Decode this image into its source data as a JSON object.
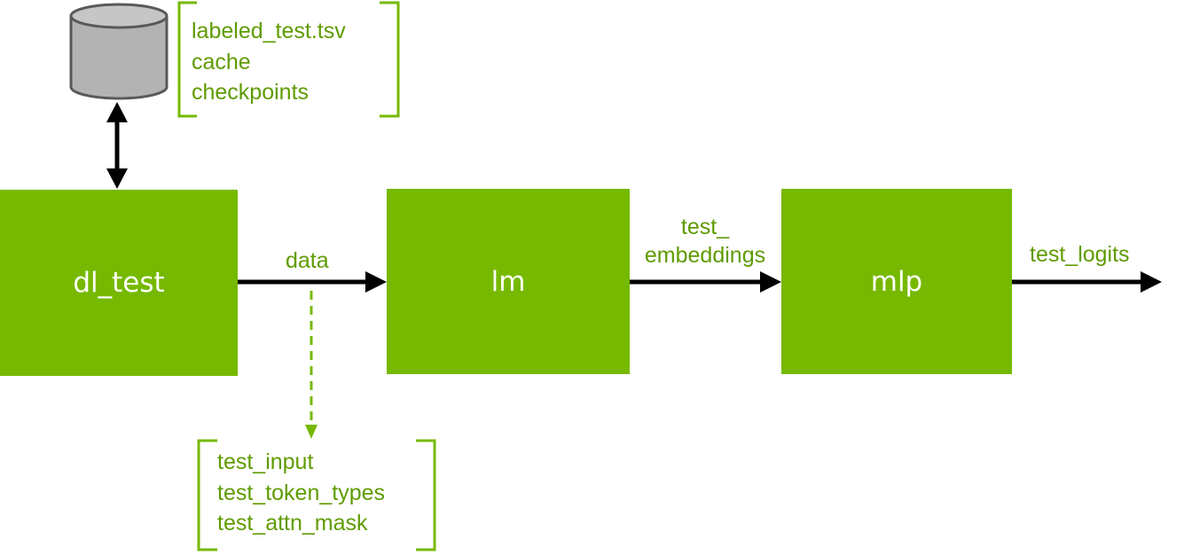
{
  "colors": {
    "box_fill": "#76b900",
    "label_text": "#5f9b00",
    "bracket": "#76b900",
    "arrow": "#000000",
    "database_fill": "#b3b3b3",
    "database_stroke": "#595959"
  },
  "database": {
    "icon": "database-icon",
    "files": [
      "labeled_test.tsv",
      "cache",
      "checkpoints"
    ]
  },
  "nodes": {
    "dl_test": "dl_test",
    "lm": "lm",
    "mlp": "mlp"
  },
  "edges": {
    "data": "data",
    "test_embeddings_line1": "test_",
    "test_embeddings_line2": "embeddings",
    "test_logits": "test_logits"
  },
  "data_outputs": [
    "test_input",
    "test_token_types",
    "test_attn_mask"
  ]
}
